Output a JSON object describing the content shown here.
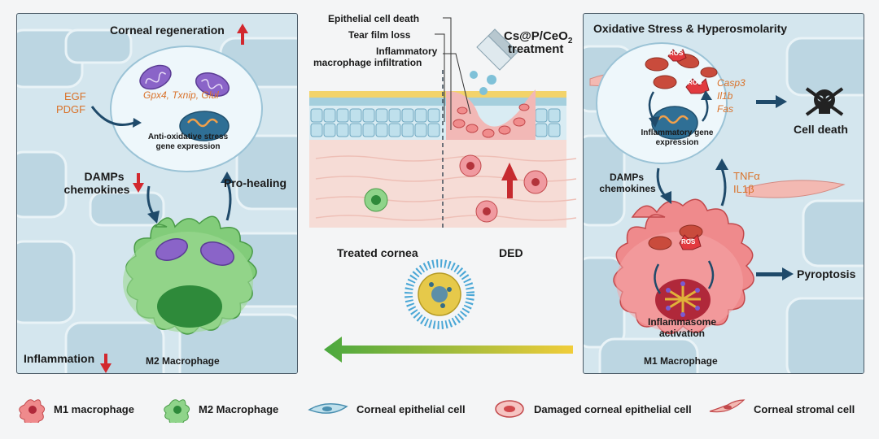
{
  "left_panel": {
    "title": "Corneal regeneration",
    "growth_factors": [
      "EGF",
      "PDGF"
    ],
    "genes": "Gpx4, Txnip, Glul",
    "gene_expression": [
      "Anti-oxidative stress",
      "gene expression"
    ],
    "damps": [
      "DAMPs",
      "chemokines"
    ],
    "pro_healing": "Pro-healing",
    "inflammation": "Inflammation",
    "cell_label": "M2 Macrophage"
  },
  "center_panel": {
    "callouts": [
      "Epithelial cell death",
      "Tear film loss",
      "Inflammatory",
      "macrophage infiltration"
    ],
    "treatment_name": "Cs@P/CeO",
    "treatment_subscript": "2",
    "treatment_word": "treatment",
    "label_left": "Treated cornea",
    "label_right": "DED"
  },
  "right_panel": {
    "title": "Oxidative Stress & Hyperosmolarity",
    "ros_labels": [
      "ROS",
      "ROS",
      "ROS"
    ],
    "genes": [
      "Casp3",
      "Il1b",
      "Fas"
    ],
    "gene_expression": [
      "Inflammatory gene",
      "expression"
    ],
    "cell_death": "Cell death",
    "damps": [
      "DAMPs",
      "chemokines"
    ],
    "cytokines": [
      "TNFα",
      "IL1β"
    ],
    "pyroptosis": "Pyroptosis",
    "inflammasome": [
      "Inflammasome",
      "activation"
    ],
    "cell_label": "M1 Macrophage"
  },
  "legend": [
    {
      "label": "M1 macrophage",
      "icon": "m1-macrophage-icon"
    },
    {
      "label": "M2 Macrophage",
      "icon": "m2-macrophage-icon"
    },
    {
      "label": "Corneal epithelial cell",
      "icon": "epithelial-cell-icon"
    },
    {
      "label": "Damaged corneal epithelial cell",
      "icon": "damaged-cell-icon"
    },
    {
      "label": "Corneal stromal cell",
      "icon": "stromal-cell-icon"
    }
  ],
  "colors": {
    "panel_bg": "#cfe3ec",
    "m2_green": "#6cc06a",
    "m1_red": "#e2575b",
    "arrow_dark": "#1f4a6a",
    "up_down_red": "#d2282e",
    "gene_orange": "#d9722a"
  }
}
